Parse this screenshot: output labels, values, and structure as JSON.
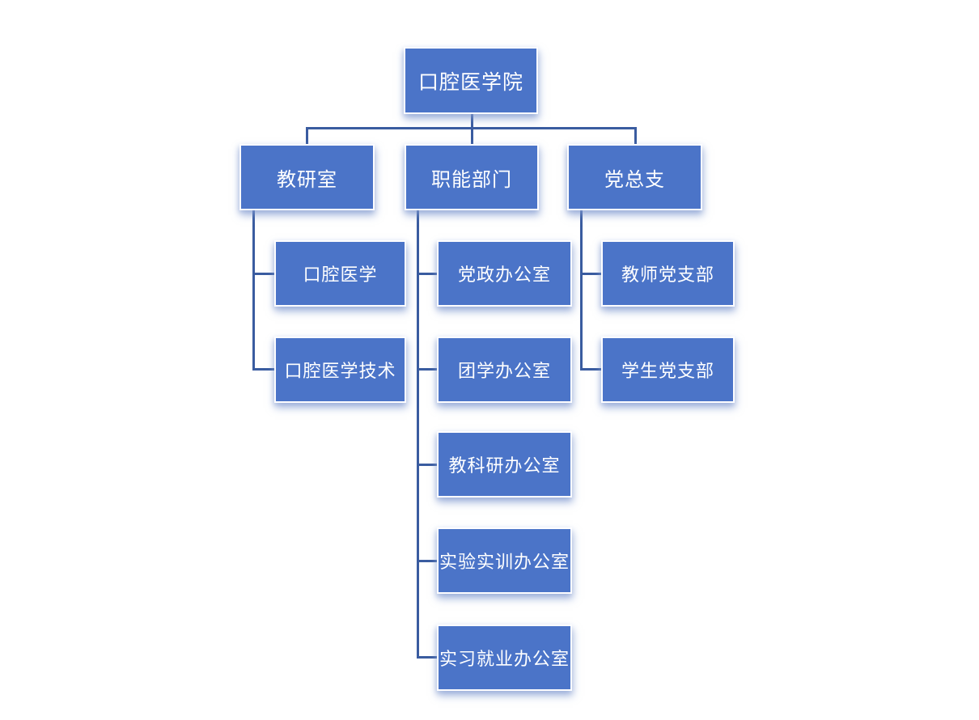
{
  "diagram": {
    "type": "org-chart",
    "root": {
      "label": "口腔医学院"
    },
    "branches": [
      {
        "label": "教研室",
        "children": [
          {
            "label": "口腔医学"
          },
          {
            "label": "口腔医学技术"
          }
        ]
      },
      {
        "label": "职能部门",
        "children": [
          {
            "label": "党政办公室"
          },
          {
            "label": "团学办公室"
          },
          {
            "label": "教科研办公室"
          },
          {
            "label": "实验实训办公室"
          },
          {
            "label": "实习就业办公室"
          }
        ]
      },
      {
        "label": "党总支",
        "children": [
          {
            "label": "教师党支部"
          },
          {
            "label": "学生党支部"
          }
        ]
      }
    ],
    "colors": {
      "node_fill": "#4b74c8",
      "node_text": "#ffffff",
      "connector": "#3a5ca0",
      "background": "#ffffff"
    }
  }
}
